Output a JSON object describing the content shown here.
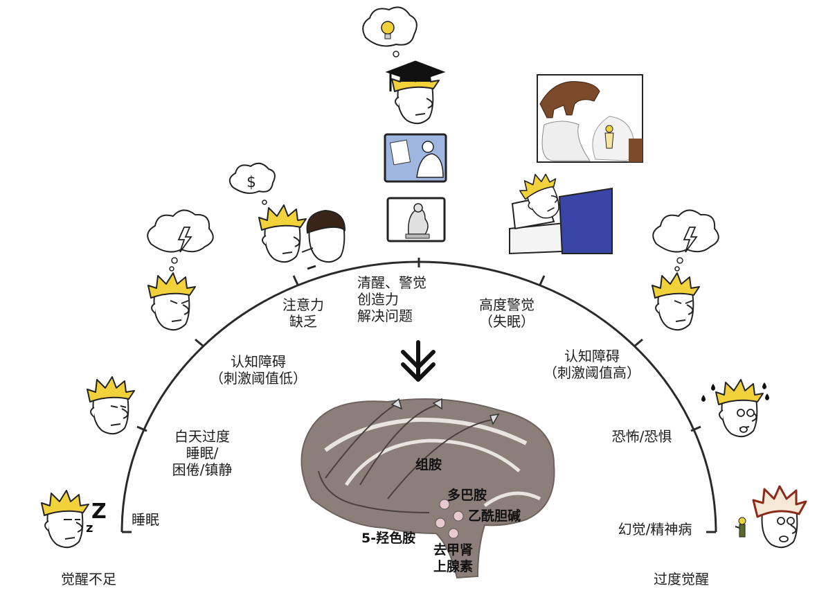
{
  "arc_labels": {
    "sleep": "睡眠",
    "daytime_sleepiness": [
      "白天过度",
      "睡眠/",
      "困倦/镇静"
    ],
    "cognitive_low": [
      "认知障碍",
      "（刺激阈值低）"
    ],
    "attention": [
      "注意力",
      "缺乏"
    ],
    "alert": [
      "清醒、警觉",
      "创造力",
      "解决问题"
    ],
    "hyperalert": [
      "高度警觉",
      "（失眠）"
    ],
    "cognitive_high": [
      "认知障碍",
      "（刺激阈值高）"
    ],
    "fear": "恐怖/恐惧",
    "psychosis": "幻觉/精神病"
  },
  "extremes": {
    "left": "觉醒不足",
    "right": "过度觉醒"
  },
  "neurotransmitters": {
    "histamine": "组胺",
    "dopamine": "多巴胺",
    "acetylcholine": "乙酰胆碱",
    "serotonin": "5-羟色胺",
    "norepinephrine": [
      "去甲肾",
      "上腺素"
    ]
  },
  "icons": [
    "sleeping-face-icon",
    "drowsy-face-icon",
    "stormy-thought-face-icon",
    "money-thought-faces-icon",
    "graduate-idea-face-icon",
    "doctor-clipboard-icon",
    "thinker-statue-icon",
    "dinosaur-nightmare-icon",
    "sleepless-bed-icon",
    "worried-face-icon",
    "sweating-fearful-face-icon",
    "hallucination-face-icon",
    "down-arrow-icon",
    "brain-sagittal-icon"
  ],
  "colors": {
    "hair": "#f2d23a",
    "arc": "#2a2a2a",
    "brain": "#8c7f7a",
    "screen": "#9fb7e0",
    "bed_blanket": "#3a45a8"
  }
}
